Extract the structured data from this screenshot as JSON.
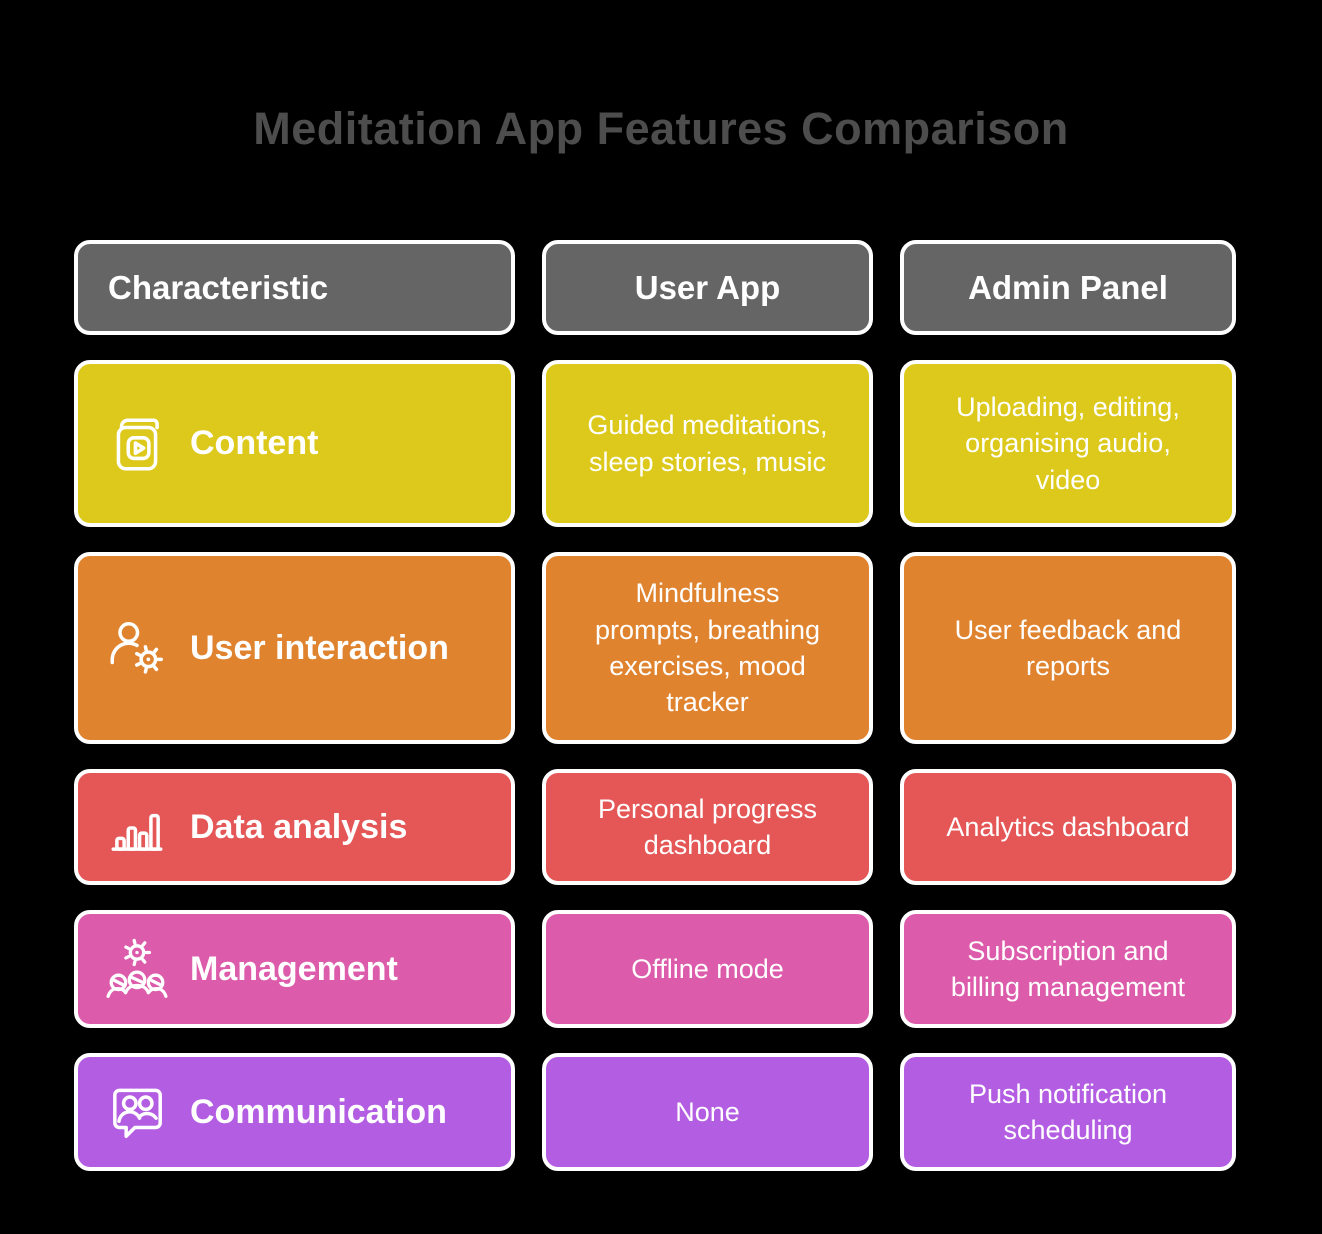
{
  "title": "Meditation App Features Comparison",
  "palette": {
    "background": "#000000",
    "title_color": "#4d4d4d",
    "header_bg": "#656565",
    "text_color": "#ffffff"
  },
  "table": {
    "headers": [
      {
        "label": "Characteristic"
      },
      {
        "label": "User App"
      },
      {
        "label": "Admin Panel"
      }
    ],
    "rows": [
      {
        "label": "Content",
        "icon": "book-play-icon",
        "color": "#ddc91c",
        "user_app": "Guided meditations, sleep stories, music",
        "admin_panel": "Uploading, editing, organising audio, video"
      },
      {
        "label": "User interaction",
        "icon": "user-gear-icon",
        "color": "#e0832f",
        "user_app": "Mindfulness prompts, breathing exercises, mood tracker",
        "admin_panel": "User feedback and reports"
      },
      {
        "label": "Data analysis",
        "icon": "bar-chart-icon",
        "color": "#e45756",
        "user_app": "Personal progress dashboard",
        "admin_panel": "Analytics dashboard"
      },
      {
        "label": "Management",
        "icon": "team-gear-icon",
        "color": "#dc5cab",
        "user_app": "Offline mode",
        "admin_panel": "Subscription and billing management"
      },
      {
        "label": "Communication",
        "icon": "chat-users-icon",
        "color": "#b35ee2",
        "user_app": "None",
        "admin_panel": "Push notification scheduling"
      }
    ]
  }
}
